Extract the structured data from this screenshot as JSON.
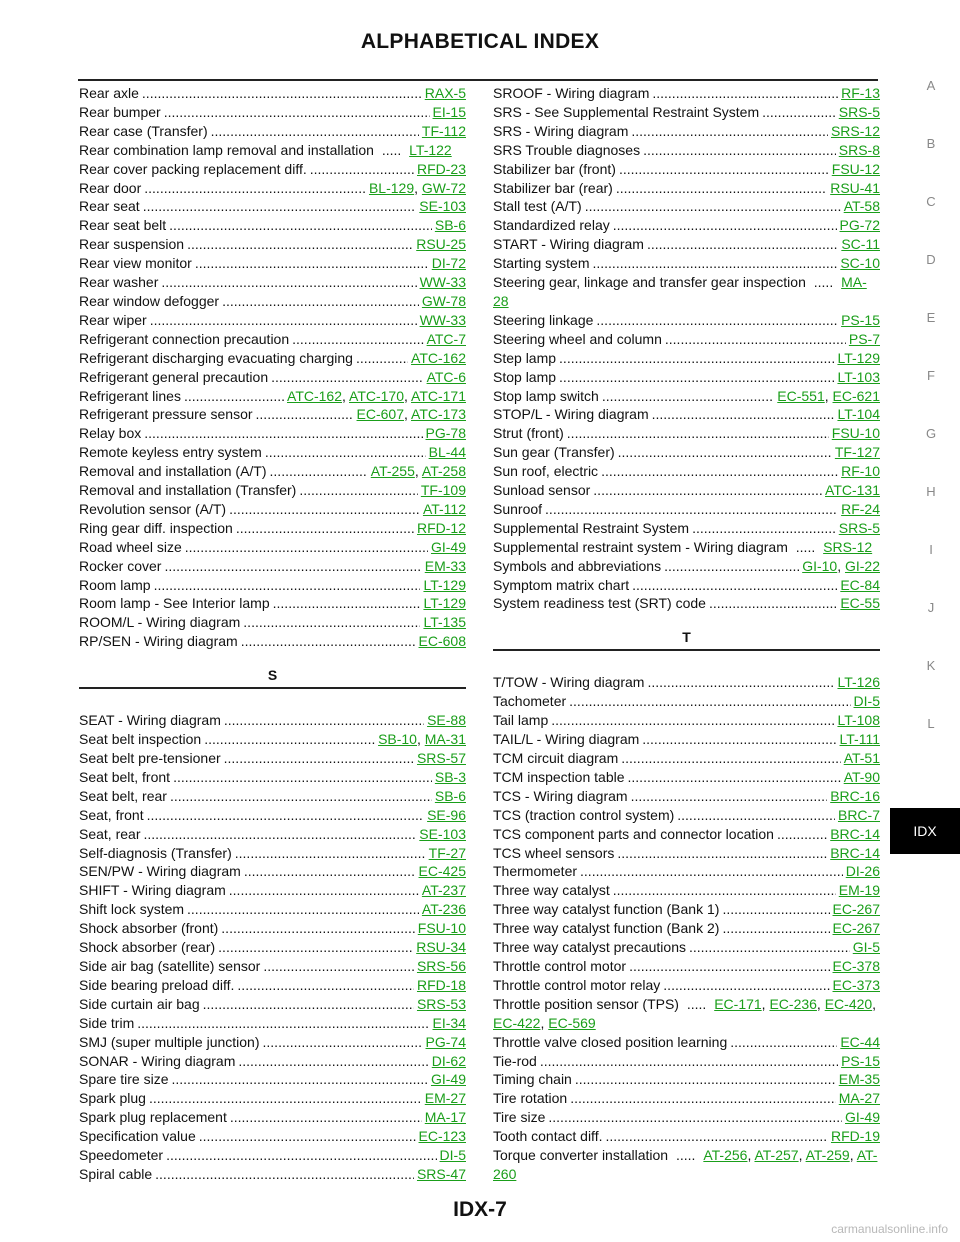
{
  "header": {
    "title": "ALPHABETICAL INDEX"
  },
  "left_column": [
    {
      "name": "Rear axle",
      "refs": [
        "RAX-5"
      ]
    },
    {
      "name": "Rear bumper",
      "refs": [
        "EI-15"
      ]
    },
    {
      "name": "Rear case (Transfer)",
      "refs": [
        "TF-112"
      ]
    },
    {
      "name": "Rear combination lamp removal and installation",
      "refs": [
        "LT-122"
      ],
      "wrap": true
    },
    {
      "name": "Rear cover packing replacement diff.",
      "refs": [
        "RFD-23"
      ]
    },
    {
      "name": "Rear door",
      "refs": [
        "BL-129",
        "GW-72"
      ]
    },
    {
      "name": "Rear seat",
      "refs": [
        "SE-103"
      ]
    },
    {
      "name": "Rear seat belt",
      "refs": [
        "SB-6"
      ]
    },
    {
      "name": "Rear suspension",
      "refs": [
        "RSU-25"
      ]
    },
    {
      "name": "Rear view monitor",
      "refs": [
        "DI-72"
      ]
    },
    {
      "name": "Rear washer",
      "refs": [
        "WW-33"
      ]
    },
    {
      "name": "Rear window defogger",
      "refs": [
        "GW-78"
      ]
    },
    {
      "name": "Rear wiper",
      "refs": [
        "WW-33"
      ]
    },
    {
      "name": "Refrigerant connection precaution",
      "refs": [
        "ATC-7"
      ]
    },
    {
      "name": "Refrigerant discharging evacuating charging",
      "refs": [
        "ATC-162"
      ]
    },
    {
      "name": "Refrigerant general precaution",
      "refs": [
        "ATC-6"
      ]
    },
    {
      "name": "Refrigerant lines",
      "refs": [
        "ATC-162",
        "ATC-170",
        "ATC-171"
      ]
    },
    {
      "name": "Refrigerant pressure sensor",
      "refs": [
        "EC-607",
        "ATC-173"
      ]
    },
    {
      "name": "Relay box",
      "refs": [
        "PG-78"
      ]
    },
    {
      "name": "Remote keyless entry system",
      "refs": [
        "BL-44"
      ]
    },
    {
      "name": "Removal and installation (A/T)",
      "refs": [
        "AT-255",
        "AT-258"
      ]
    },
    {
      "name": "Removal and installation (Transfer)",
      "refs": [
        "TF-109"
      ]
    },
    {
      "name": "Revolution sensor (A/T)",
      "refs": [
        "AT-112"
      ]
    },
    {
      "name": "Ring gear diff. inspection",
      "refs": [
        "RFD-12"
      ]
    },
    {
      "name": "Road wheel size",
      "refs": [
        "GI-49"
      ]
    },
    {
      "name": "Rocker cover",
      "refs": [
        "EM-33"
      ]
    },
    {
      "name": "Room lamp",
      "refs": [
        "LT-129"
      ]
    },
    {
      "name": "Room lamp - See Interior lamp",
      "refs": [
        "LT-129"
      ]
    },
    {
      "name": "ROOM/L - Wiring diagram",
      "refs": [
        "LT-135"
      ]
    },
    {
      "name": "RP/SEN - Wiring diagram",
      "refs": [
        "EC-608"
      ]
    },
    {
      "section": "S"
    },
    {
      "name": "SEAT - Wiring diagram",
      "refs": [
        "SE-88"
      ]
    },
    {
      "name": "Seat belt inspection",
      "refs": [
        "SB-10",
        "MA-31"
      ]
    },
    {
      "name": "Seat belt pre-tensioner",
      "refs": [
        "SRS-57"
      ]
    },
    {
      "name": "Seat belt, front",
      "refs": [
        "SB-3"
      ]
    },
    {
      "name": "Seat belt, rear",
      "refs": [
        "SB-6"
      ]
    },
    {
      "name": "Seat, front",
      "refs": [
        "SE-96"
      ]
    },
    {
      "name": "Seat, rear",
      "refs": [
        "SE-103"
      ]
    },
    {
      "name": "Self-diagnosis (Transfer)",
      "refs": [
        "TF-27"
      ]
    },
    {
      "name": "SEN/PW - Wiring diagram",
      "refs": [
        "EC-425"
      ]
    },
    {
      "name": "SHIFT - Wiring diagram",
      "refs": [
        "AT-237"
      ]
    },
    {
      "name": "Shift lock system",
      "refs": [
        "AT-236"
      ]
    },
    {
      "name": "Shock absorber (front)",
      "refs": [
        "FSU-10"
      ]
    },
    {
      "name": "Shock absorber (rear)",
      "refs": [
        "RSU-34"
      ]
    },
    {
      "name": "Side air bag (satellite) sensor",
      "refs": [
        "SRS-56"
      ]
    },
    {
      "name": "Side bearing preload diff.",
      "refs": [
        "RFD-18"
      ]
    },
    {
      "name": "Side curtain air bag",
      "refs": [
        "SRS-53"
      ]
    },
    {
      "name": "Side trim",
      "refs": [
        "EI-34"
      ]
    },
    {
      "name": "SMJ (super multiple junction)",
      "refs": [
        "PG-74"
      ]
    },
    {
      "name": "SONAR - Wiring diagram",
      "refs": [
        "DI-62"
      ]
    },
    {
      "name": "Spare tire size",
      "refs": [
        "GI-49"
      ]
    },
    {
      "name": "Spark plug",
      "refs": [
        "EM-27"
      ]
    },
    {
      "name": "Spark plug replacement",
      "refs": [
        "MA-17"
      ]
    },
    {
      "name": "Specification value",
      "refs": [
        "EC-123"
      ]
    },
    {
      "name": "Speedometer",
      "refs": [
        "DI-5"
      ]
    },
    {
      "name": "Spiral cable",
      "refs": [
        "SRS-47"
      ]
    }
  ],
  "right_column": [
    {
      "name": "SROOF - Wiring diagram",
      "refs": [
        "RF-13"
      ]
    },
    {
      "name": "SRS - See Supplemental Restraint System",
      "refs": [
        "SRS-5"
      ]
    },
    {
      "name": "SRS - Wiring diagram",
      "refs": [
        "SRS-12"
      ]
    },
    {
      "name": "SRS Trouble diagnoses",
      "refs": [
        "SRS-8"
      ]
    },
    {
      "name": "Stabilizer bar (front)",
      "refs": [
        "FSU-12"
      ]
    },
    {
      "name": "Stabilizer bar (rear)",
      "refs": [
        "RSU-41"
      ]
    },
    {
      "name": "Stall test (A/T)",
      "refs": [
        "AT-58"
      ]
    },
    {
      "name": "Standardized relay",
      "refs": [
        "PG-72"
      ]
    },
    {
      "name": "START - Wiring diagram",
      "refs": [
        "SC-11"
      ]
    },
    {
      "name": "Starting system",
      "refs": [
        "SC-10"
      ]
    },
    {
      "name": "Steering gear, linkage and transfer gear inspection",
      "refs": [
        "MA-28"
      ],
      "wrap": true
    },
    {
      "name": "Steering linkage",
      "refs": [
        "PS-15"
      ]
    },
    {
      "name": "Steering wheel and column",
      "refs": [
        "PS-7"
      ]
    },
    {
      "name": "Step lamp",
      "refs": [
        "LT-129"
      ]
    },
    {
      "name": "Stop lamp",
      "refs": [
        "LT-103"
      ]
    },
    {
      "name": "Stop lamp switch",
      "refs": [
        "EC-551",
        "EC-621"
      ]
    },
    {
      "name": "STOP/L - Wiring diagram",
      "refs": [
        "LT-104"
      ]
    },
    {
      "name": "Strut (front)",
      "refs": [
        "FSU-10"
      ]
    },
    {
      "name": "Sun gear (Transfer)",
      "refs": [
        "TF-127"
      ]
    },
    {
      "name": "Sun roof, electric",
      "refs": [
        "RF-10"
      ]
    },
    {
      "name": "Sunload sensor",
      "refs": [
        "ATC-131"
      ]
    },
    {
      "name": "Sunroof",
      "refs": [
        "RF-24"
      ]
    },
    {
      "name": "Supplemental Restraint System",
      "refs": [
        "SRS-5"
      ]
    },
    {
      "name": "Supplemental restraint system - Wiring diagram",
      "refs": [
        "SRS-12"
      ],
      "wrap": true
    },
    {
      "name": "Symbols and abbreviations",
      "refs": [
        "GI-10",
        "GI-22"
      ]
    },
    {
      "name": "Symptom matrix chart",
      "refs": [
        "EC-84"
      ]
    },
    {
      "name": "System readiness test (SRT) code",
      "refs": [
        "EC-55"
      ]
    },
    {
      "section": "T"
    },
    {
      "name": "T/TOW - Wiring diagram",
      "refs": [
        "LT-126"
      ]
    },
    {
      "name": "Tachometer",
      "refs": [
        "DI-5"
      ]
    },
    {
      "name": "Tail lamp",
      "refs": [
        "LT-108"
      ]
    },
    {
      "name": "TAIL/L - Wiring diagram",
      "refs": [
        "LT-111"
      ]
    },
    {
      "name": "TCM circuit diagram",
      "refs": [
        "AT-51"
      ]
    },
    {
      "name": "TCM inspection table",
      "refs": [
        "AT-90"
      ]
    },
    {
      "name": "TCS - Wiring diagram",
      "refs": [
        "BRC-16"
      ]
    },
    {
      "name": "TCS (traction control system)",
      "refs": [
        "BRC-7"
      ]
    },
    {
      "name": "TCS component parts and connector location",
      "refs": [
        "BRC-14"
      ]
    },
    {
      "name": "TCS wheel sensors",
      "refs": [
        "BRC-14"
      ]
    },
    {
      "name": "Thermometer",
      "refs": [
        "DI-26"
      ]
    },
    {
      "name": "Three way catalyst",
      "refs": [
        "EM-19"
      ]
    },
    {
      "name": "Three way catalyst function (Bank 1)",
      "refs": [
        "EC-267"
      ]
    },
    {
      "name": "Three way catalyst function (Bank 2)",
      "refs": [
        "EC-267"
      ]
    },
    {
      "name": "Three way catalyst precautions",
      "refs": [
        "GI-5"
      ]
    },
    {
      "name": "Throttle control motor",
      "refs": [
        "EC-378"
      ]
    },
    {
      "name": "Throttle control motor relay",
      "refs": [
        "EC-373"
      ]
    },
    {
      "name": "Throttle position sensor (TPS)",
      "refs": [
        "EC-171",
        "EC-236",
        "EC-420",
        "EC-422",
        "EC-569"
      ],
      "wrap": true
    },
    {
      "name": "Throttle valve closed position learning",
      "refs": [
        "EC-44"
      ]
    },
    {
      "name": "Tie-rod",
      "refs": [
        "PS-15"
      ]
    },
    {
      "name": "Timing chain",
      "refs": [
        "EM-35"
      ]
    },
    {
      "name": "Tire rotation",
      "refs": [
        "MA-27"
      ]
    },
    {
      "name": "Tire size",
      "refs": [
        "GI-49"
      ]
    },
    {
      "name": "Tooth contact diff.",
      "refs": [
        "RFD-19"
      ]
    },
    {
      "name": "Torque converter installation",
      "refs": [
        "AT-256",
        "AT-257",
        "AT-259",
        "AT-260"
      ],
      "wrap": true
    }
  ],
  "side_tabs": [
    "A",
    "B",
    "C",
    "D",
    "E",
    "F",
    "G",
    "H",
    "I",
    "J",
    "K",
    "L",
    "IDX"
  ],
  "active_tab": "IDX",
  "footer": {
    "page_number": "IDX-7",
    "watermark": "carmanualsonline.info"
  },
  "colors": {
    "link": "#1a9e1a",
    "text": "#111111",
    "tab_active_bg": "#000000"
  }
}
